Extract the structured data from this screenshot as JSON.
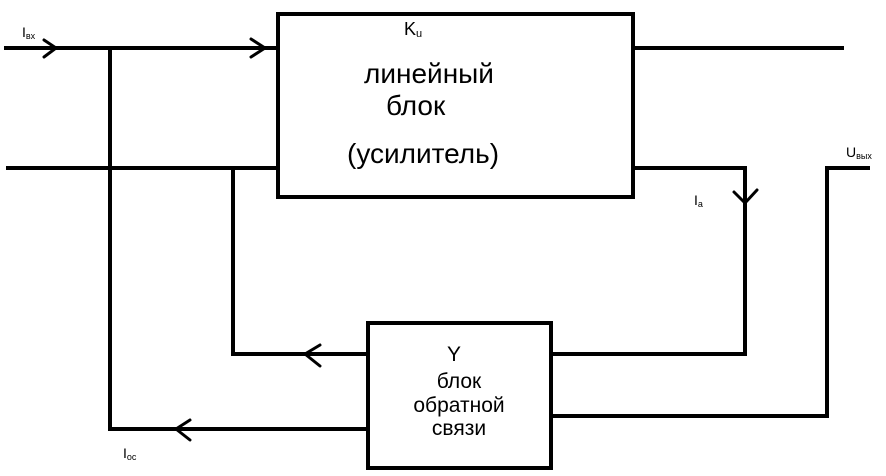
{
  "amplifier_block": {
    "gain_symbol": "K",
    "gain_subscript": "u",
    "line1": "линейный",
    "line2": "блок",
    "line3": "(усилитель)"
  },
  "feedback_block": {
    "symbol": "Y",
    "line1": "блок",
    "line2": "обратной",
    "line3": "связи"
  },
  "signals": {
    "input_current": {
      "symbol": "I",
      "subscript": "вх"
    },
    "amplifier_current": {
      "symbol": "I",
      "subscript": "a"
    },
    "feedback_current": {
      "symbol": "I",
      "subscript": "ос"
    },
    "output_voltage": {
      "symbol": "U",
      "subscript": "вых"
    }
  },
  "colors": {
    "line": "#000000",
    "background": "#ffffff"
  }
}
